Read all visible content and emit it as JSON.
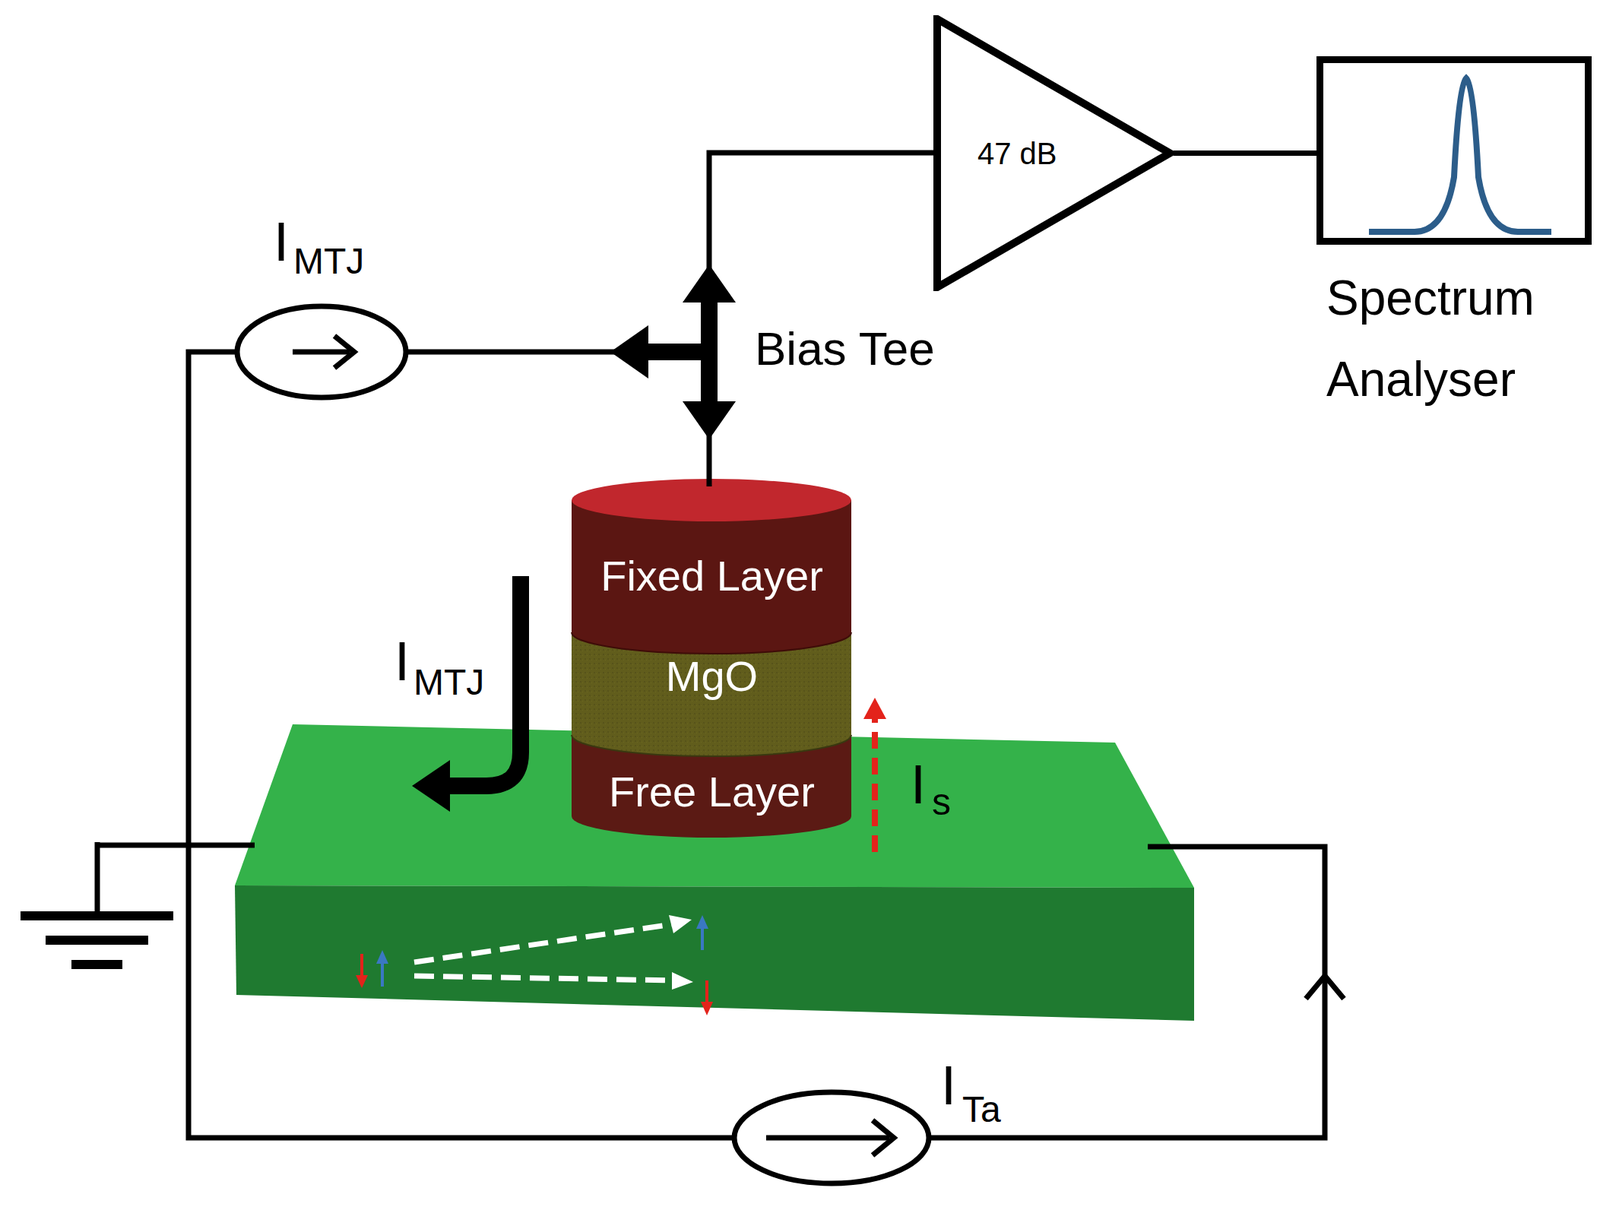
{
  "diagram": {
    "nodes": [
      {
        "text": [
          "Fixed Layer"
        ]
      },
      {
        "text": [
          "MgO"
        ]
      },
      {
        "text": [
          "Free Layer"
        ]
      },
      {
        "text": [
          "47 dB"
        ]
      },
      {
        "text": [
          "Spectrum Analyser"
        ]
      }
    ],
    "edges": [
      {
        "from": 3,
        "to": 4,
        "arrow": "none"
      }
    ],
    "labels": [
      "I",
      "MTJ",
      "Bias Tee",
      "I",
      "MTJ",
      "I",
      "s",
      "I",
      "Ta"
    ]
  }
}
